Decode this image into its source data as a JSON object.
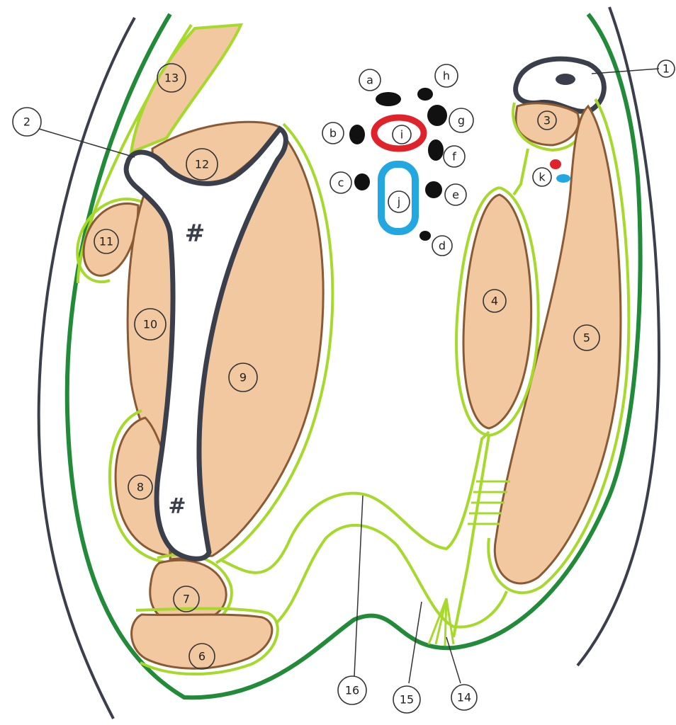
{
  "colors": {
    "background": "#ffffff",
    "dark_outline": "#3a3f4b",
    "dark_green": "#228b3a",
    "light_green": "#a6d92b",
    "muscle_fill": "#f1c8a0",
    "muscle_outline": "#8a5a34",
    "bone_fill": "#ffffff",
    "red_vessel": "#e0222a",
    "blue_vessel": "#22a7e0",
    "black_nerve": "#111111"
  },
  "numbers": {
    "n1": "1",
    "n2": "2",
    "n3": "3",
    "n4": "4",
    "n5": "5",
    "n6": "6",
    "n7": "7",
    "n8": "8",
    "n9": "9",
    "n10": "10",
    "n11": "11",
    "n12": "12",
    "n13": "13",
    "n14": "14",
    "n15": "15",
    "n16": "16"
  },
  "letters": {
    "a": "a",
    "b": "b",
    "c": "c",
    "d": "d",
    "e": "e",
    "f": "f",
    "g": "g",
    "h": "h",
    "i": "i",
    "j": "j",
    "k": "k"
  },
  "bone_marks": {
    "proximal": "#",
    "distal": "#"
  }
}
